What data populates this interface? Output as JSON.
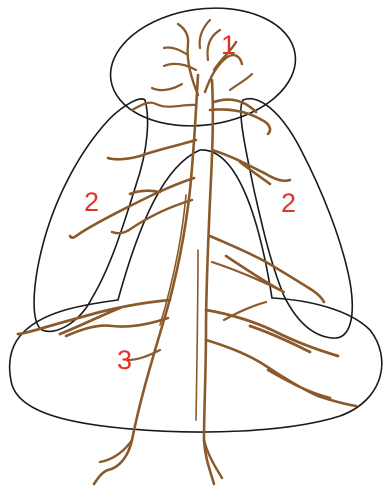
{
  "colors": {
    "tree": "#8b5a2b",
    "outline": "#1a1a1a",
    "label": "#e0332a",
    "background": "#ffffff"
  },
  "zones": [
    {
      "id": "crown",
      "label": "1"
    },
    {
      "id": "side-left",
      "label": "2"
    },
    {
      "id": "side-right",
      "label": "2"
    },
    {
      "id": "base",
      "label": "3"
    }
  ]
}
